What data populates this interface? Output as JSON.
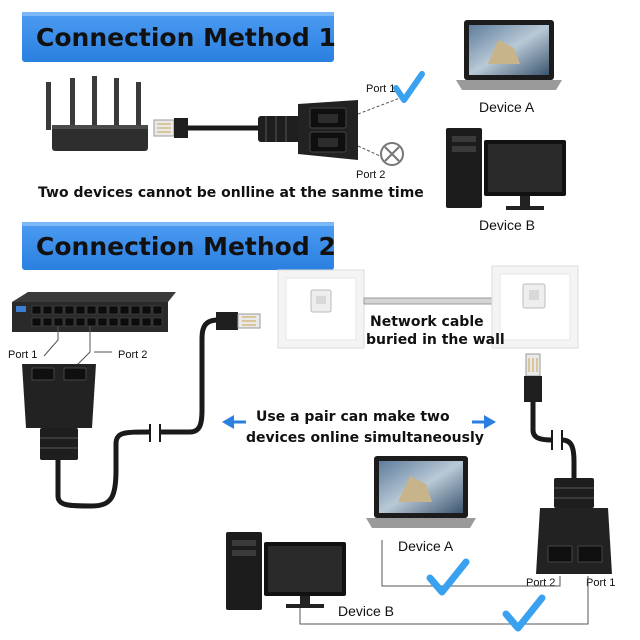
{
  "method1": {
    "title": "Connection Method 1",
    "port1": "Port 1",
    "port2": "Port 2",
    "device_a": "Device A",
    "device_b": "Device B",
    "caption": "Two devices cannot be onlline at the sanme time"
  },
  "method2": {
    "title": "Connection Method 2",
    "port1_left": "Port 1",
    "port2_left": "Port 2",
    "wall_caption_line1": "Network cable",
    "wall_caption_line2": "buried in the wall",
    "center_line1": "Use a pair can make two",
    "center_line2": "devices online simultaneously",
    "port2_right": "Port 2",
    "port1_right": "Port 1",
    "device_a": "Device A",
    "device_b": "Device B"
  },
  "colors": {
    "banner_blue": "#2f86e8",
    "check_blue": "#3aa0f0",
    "arrow_blue": "#2a7fe0",
    "cross_gray": "#777777"
  },
  "icons": [
    "router-icon",
    "splitter-icon",
    "laptop-icon",
    "desktop-pc-icon",
    "network-switch-icon",
    "wall-jack-icon",
    "check-icon",
    "cross-icon",
    "arrow-left-icon",
    "arrow-right-icon"
  ]
}
